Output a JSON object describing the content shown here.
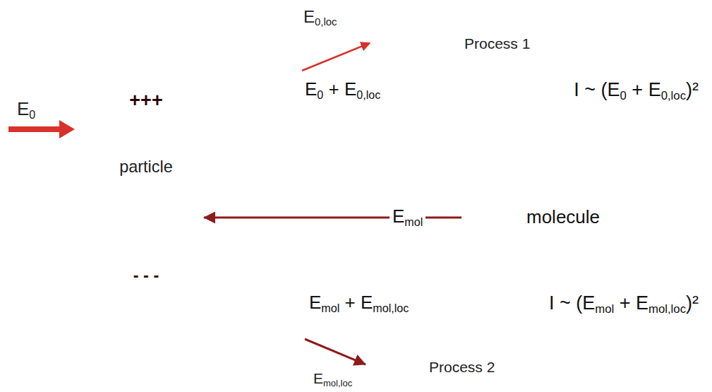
{
  "diagram": {
    "nodes": [
      {
        "text": [
          "+++",
          "particle",
          "- - -"
        ]
      },
      {
        "text": [
          "Process 1",
          "E0 + E0,loc",
          "I ~ (E0 + E0,loc)²"
        ]
      },
      {
        "text": [
          "molecule"
        ]
      },
      {
        "text": [
          "Emol + Emol,loc",
          "I ~ (Emol + Emol,loc)²",
          "Process 2"
        ]
      }
    ],
    "edges": [
      {
        "from": 2,
        "to": 0,
        "arrow": "to",
        "label": "Emol"
      }
    ],
    "labels": [
      "E0",
      "E0,loc",
      "Emol,loc"
    ]
  }
}
